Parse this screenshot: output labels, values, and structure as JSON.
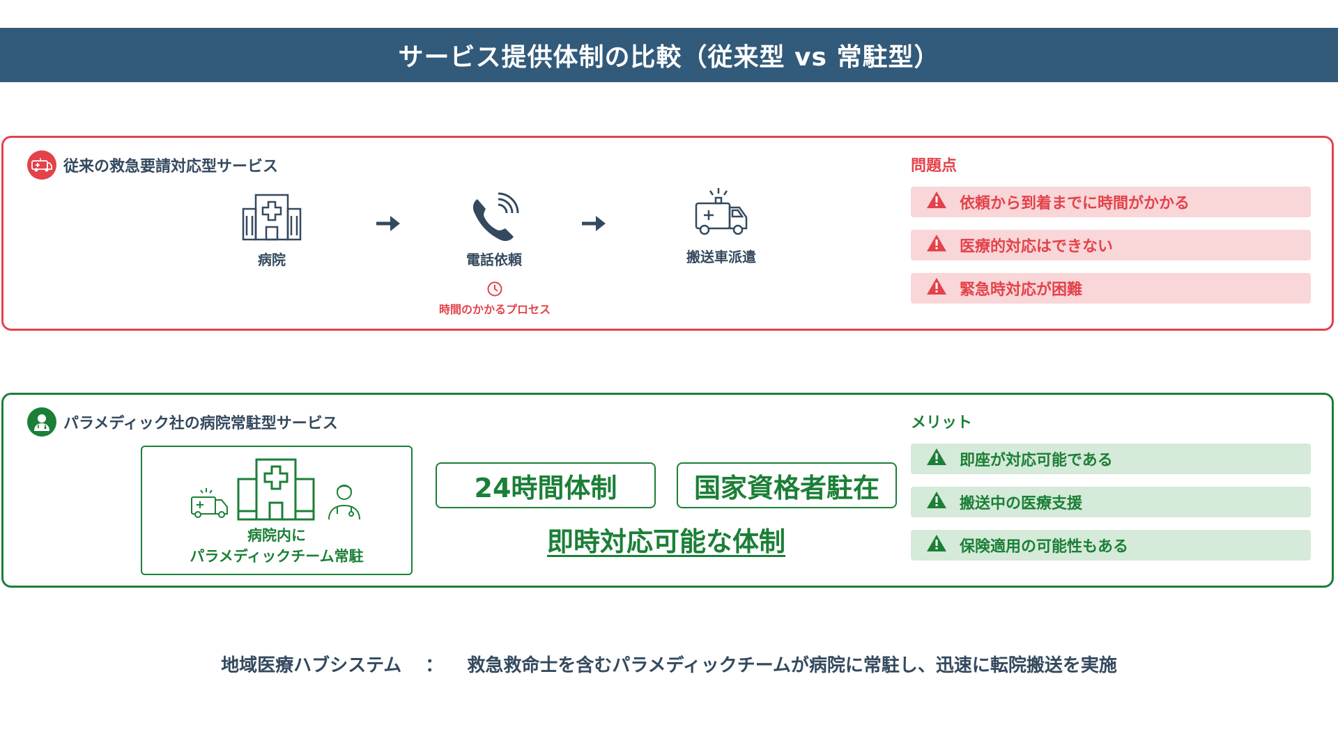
{
  "title": "サービス提供体制の比較（従来型 vs 常駐型）",
  "colors": {
    "header": "#325a7a",
    "problem": "#e3424a",
    "merit": "#1b7f37",
    "text": "#34495e"
  },
  "conventional": {
    "heading": "従来の救急要請対応型サービス",
    "heading_icon": "ambulance-icon",
    "flow": [
      {
        "label": "病院",
        "icon": "hospital-icon"
      },
      {
        "label": "電話依頼",
        "icon": "phone-icon"
      },
      {
        "label": "搬送車派遣",
        "icon": "ambulance-icon"
      }
    ],
    "note": "時間のかかるプロセス",
    "note_icon": "clock-icon",
    "side_title": "問題点",
    "items": [
      "依頼から到着までに時間がかかる",
      "医療的対応はできない",
      "緊急時対応が困難"
    ],
    "item_icon": "warning-icon"
  },
  "resident": {
    "heading": "パラメディック社の病院常駐型サービス",
    "heading_icon": "doctor-icon",
    "hub_line1": "病院内に",
    "hub_line2": "パラメディックチーム常駐",
    "feature1": "24時間体制",
    "feature2": "国家資格者駐在",
    "emphasis": "即時対応可能な体制",
    "side_title": "メリット",
    "items": [
      "即座が対応可能である",
      "搬送中の医療支援",
      "保険適用の可能性もある"
    ],
    "item_icon": "warning-icon"
  },
  "footer": {
    "label": "地域医療ハブシステム",
    "separator": "：",
    "text": "救急救命士を含むパラメディックチームが病院に常駐し、迅速に転院搬送を実施"
  }
}
